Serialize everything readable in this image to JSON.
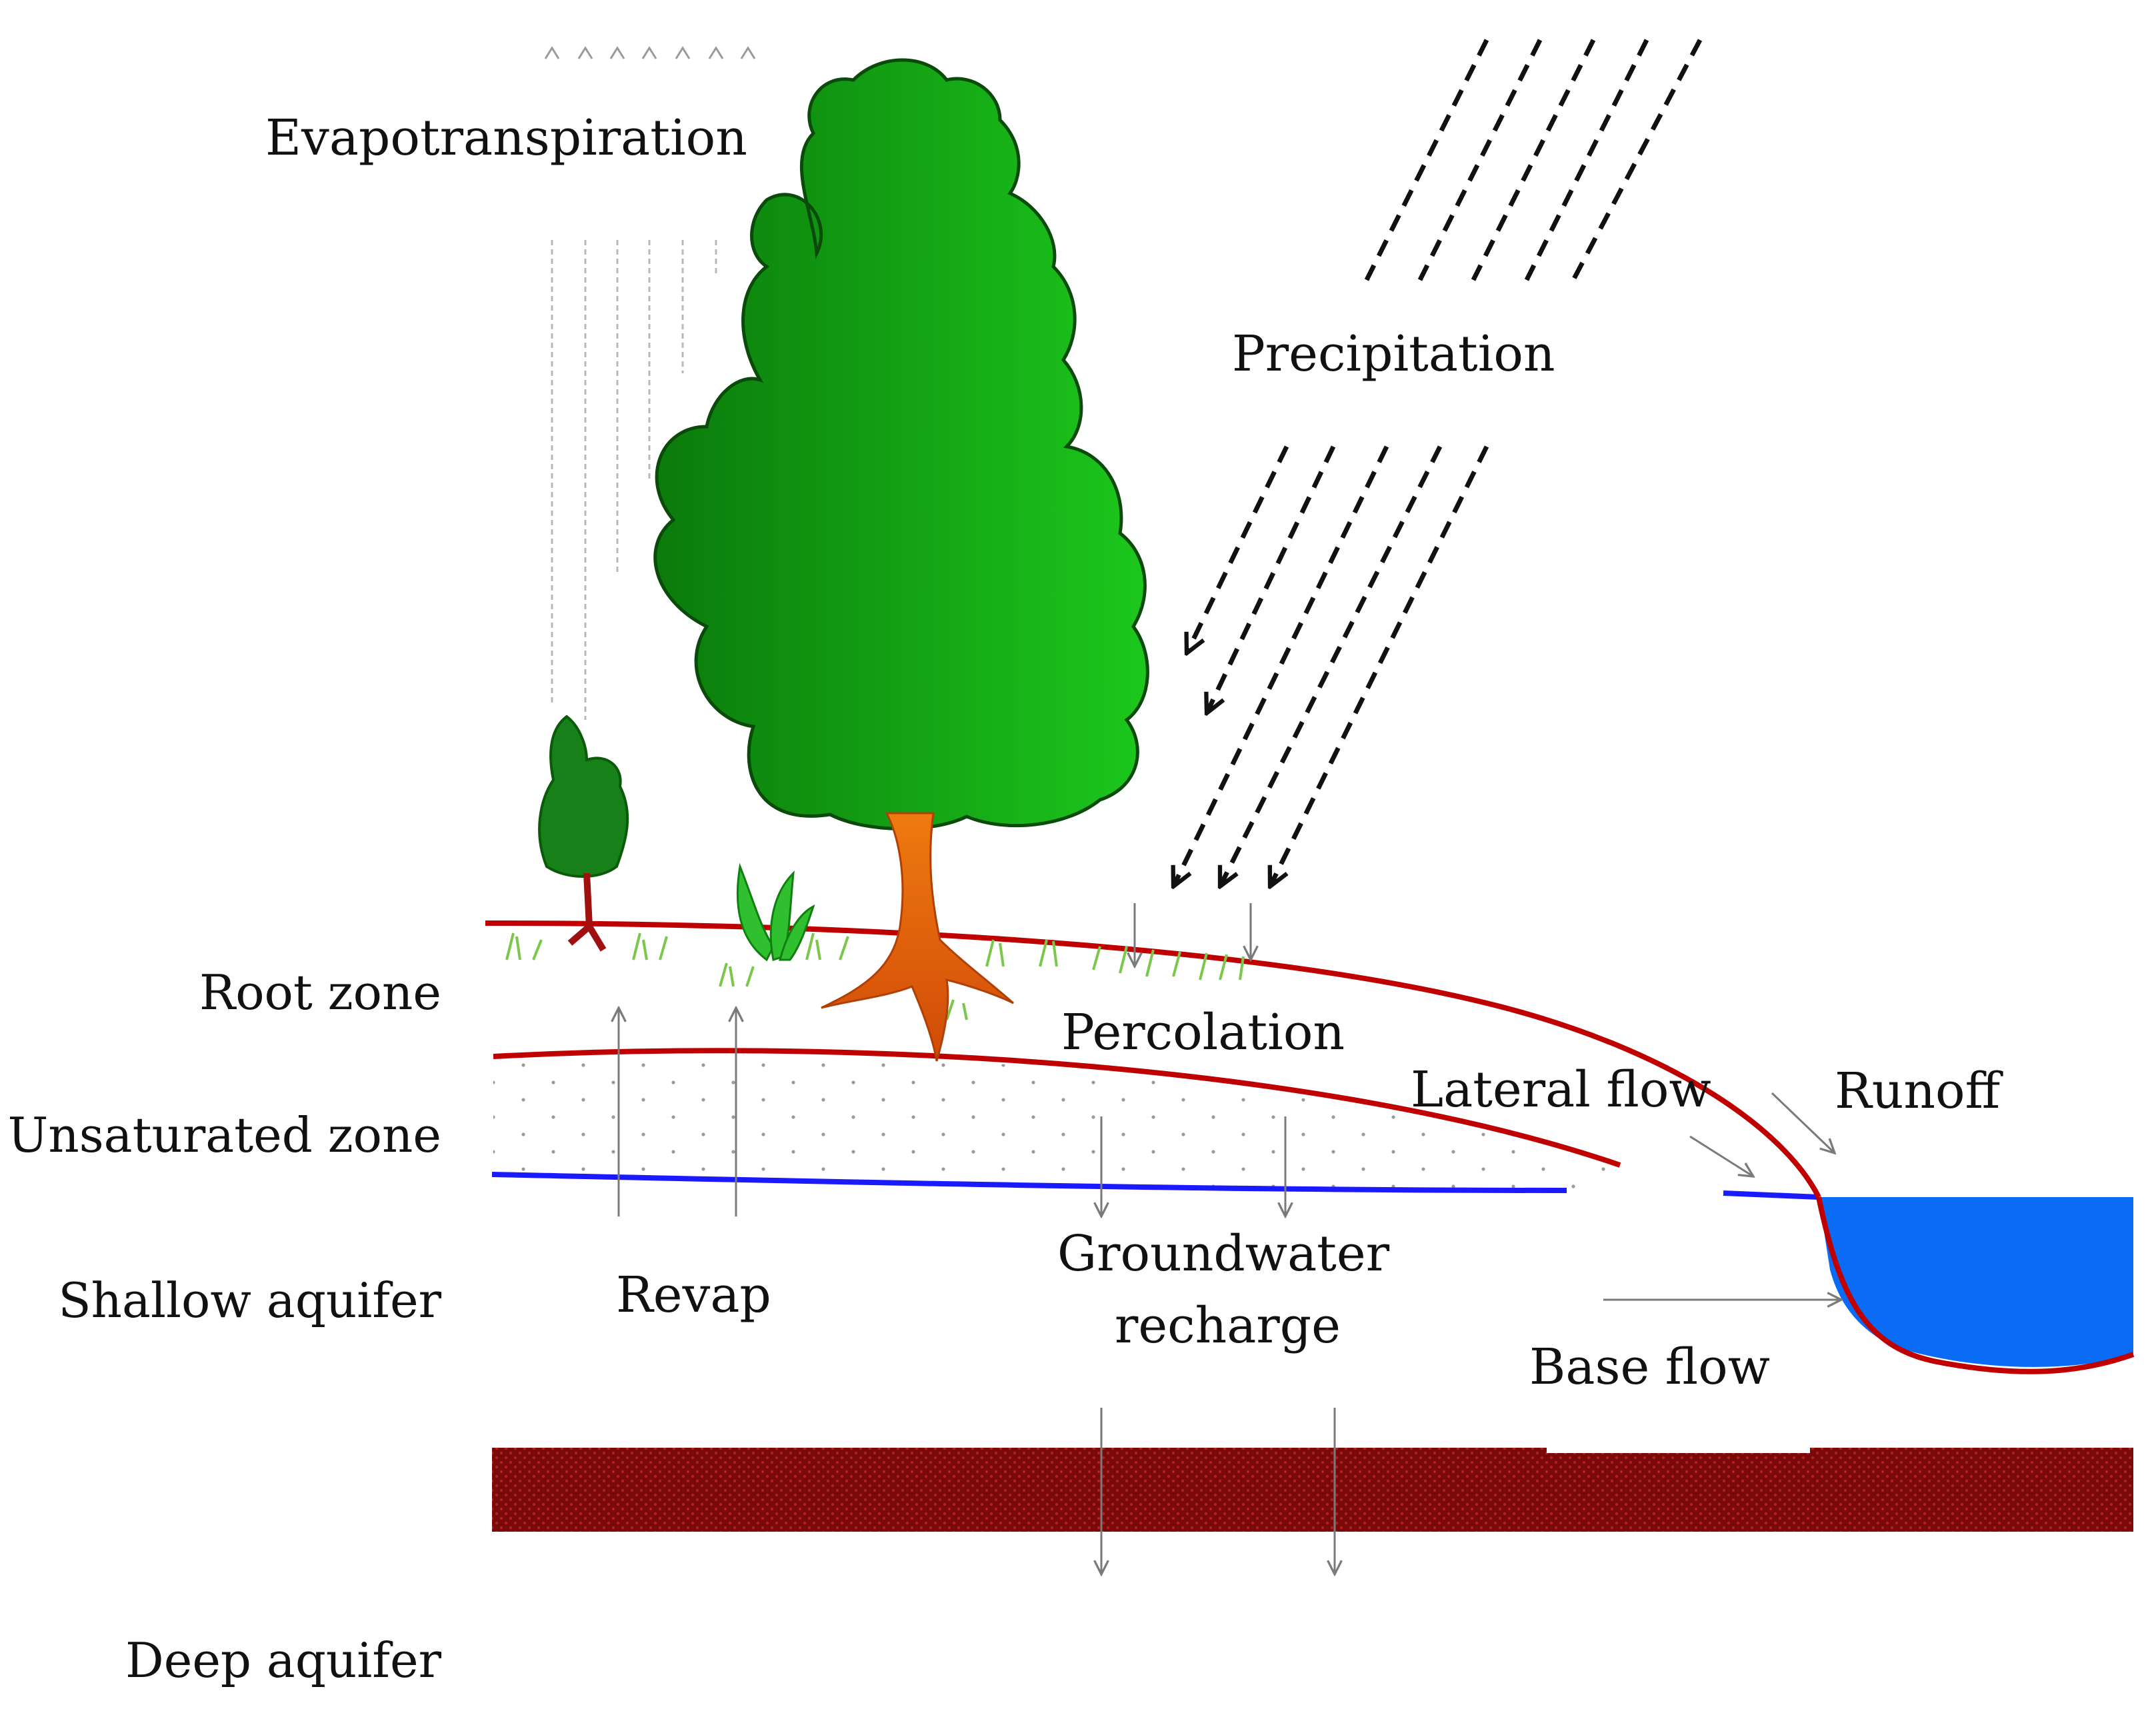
{
  "diagram": {
    "process_labels": {
      "evapotranspiration": "Evapotranspiration",
      "precipitation": "Precipitation",
      "percolation": "Percolation",
      "lateral_flow": "Lateral flow",
      "runoff": "Runoff",
      "groundwater_recharge_line1": "Groundwater",
      "groundwater_recharge_line2": "recharge",
      "revap": "Revap",
      "base_flow": "Base flow"
    },
    "zone_labels": {
      "root_zone": "Root zone",
      "unsaturated_zone": "Unsaturated zone",
      "shallow_aquifer": "Shallow aquifer",
      "deep_aquifer": "Deep aquifer"
    },
    "colors": {
      "soil_boundary": "#c00000",
      "water_table": "#1a1aff",
      "stream_water": "#0a6cf5",
      "confining_layer": "#7a0a0a",
      "tree_foliage": "#18a818",
      "tree_trunk": "#ec6a0a",
      "grass": "#7ac84a"
    }
  }
}
